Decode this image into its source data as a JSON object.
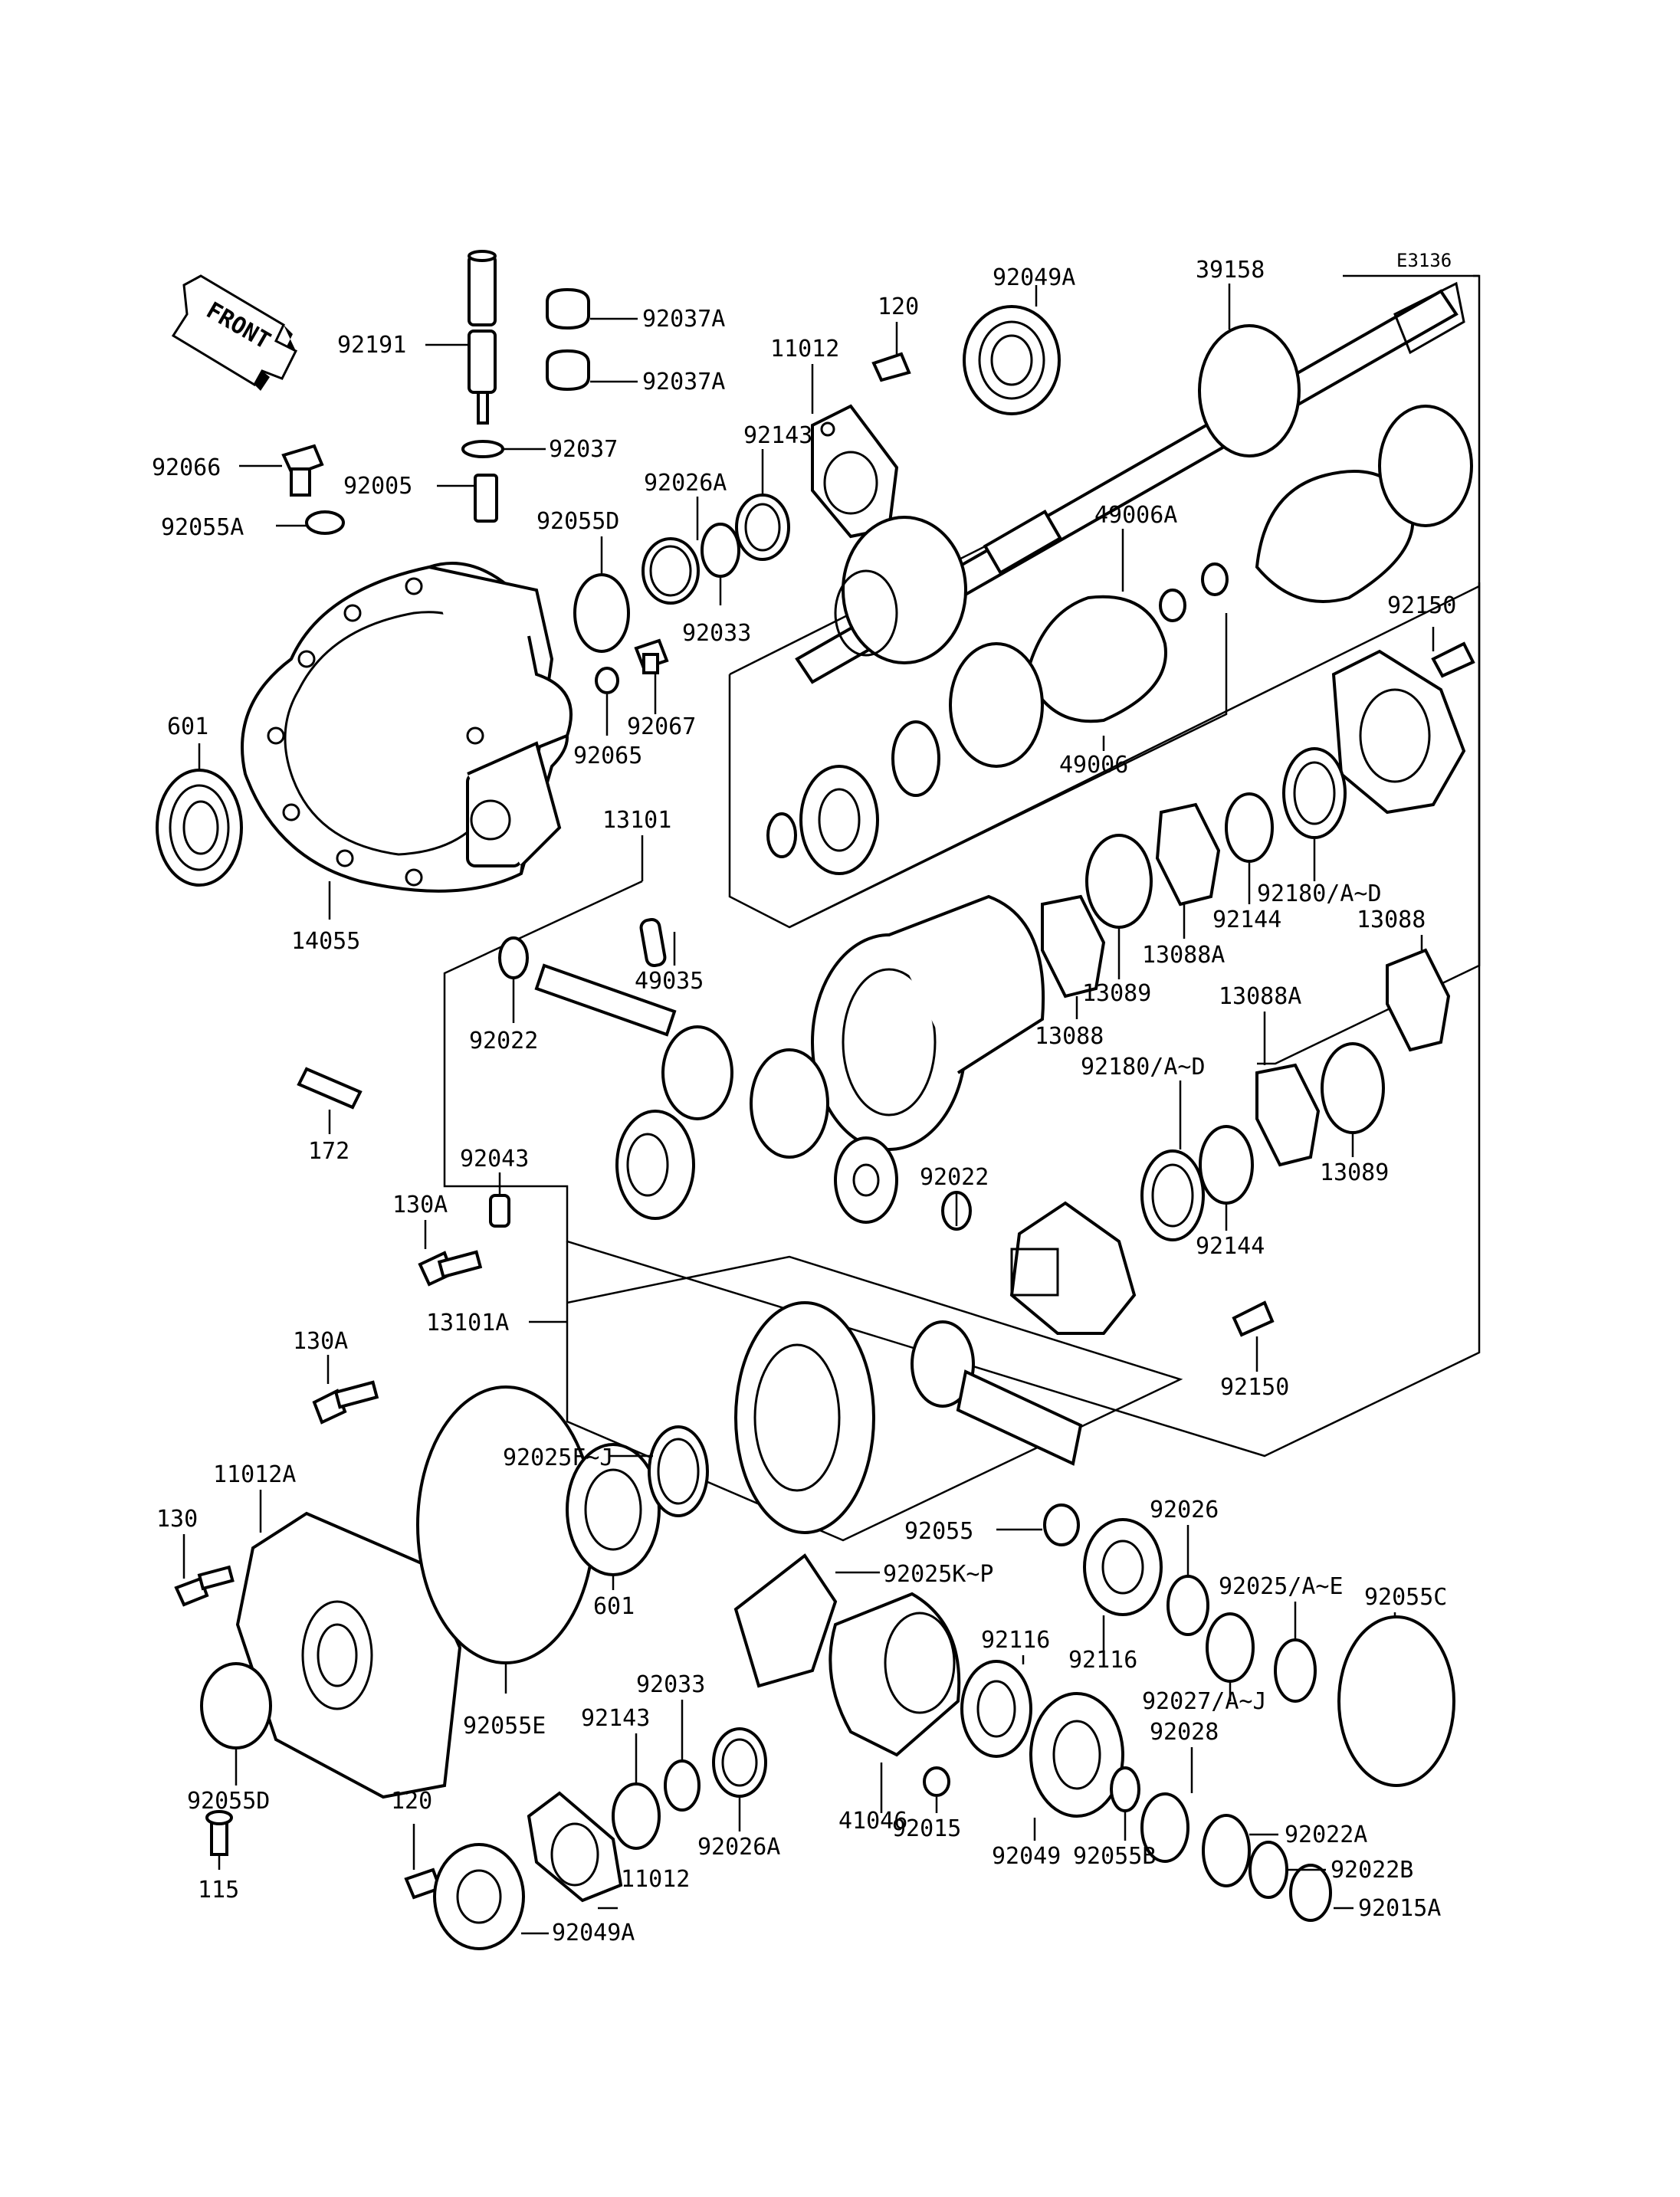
{
  "diagram_code": "E3136",
  "front_label": "FRONT",
  "labels": {
    "p39158": "39158",
    "p92049A_top": "92049A",
    "p120_top": "120",
    "p11012_top": "11012",
    "p92143_top": "92143",
    "p92037A_1": "92037A",
    "p92037A_2": "92037A",
    "p92191": "92191",
    "p92037": "92037",
    "p92066": "92066",
    "p92005": "92005",
    "p92026A_top": "92026A",
    "p92055A": "92055A",
    "p92055D_top": "92055D",
    "p92033_top": "92033",
    "p49006A": "49006A",
    "p92150_top": "92150",
    "p92067": "92067",
    "p92065": "92065",
    "p601_left": "601",
    "p49006": "49006",
    "p13101": "13101",
    "p14055": "14055",
    "p92180_top": "92180/A~D",
    "p92144_top": "92144",
    "p13088_right": "13088",
    "p49035": "49035",
    "p13088A_mid": "13088A",
    "p13089_mid": "13089",
    "p92022_left": "92022",
    "p13088_mid": "13088",
    "p13088A_right": "13088A",
    "p92180_mid": "92180/A~D",
    "p172": "172",
    "p92043": "92043",
    "p92022_mid": "92022",
    "p13089_right": "13089",
    "p130A_mid": "130A",
    "p92144_mid": "92144",
    "p13101A": "13101A",
    "p130A_low": "130A",
    "p92150_low": "92150",
    "p92025FJ": "92025F~J",
    "p11012A": "11012A",
    "p92055": "92055",
    "p92026": "92026",
    "p130": "130",
    "p92025KP": "92025K~P",
    "p92025AE": "92025/A~E",
    "p92055C": "92055C",
    "p601_low": "601",
    "p92116_a": "92116",
    "p92116_b": "92116",
    "p92033_low": "92033",
    "p92027": "92027/A~J",
    "p92143_low": "92143",
    "p92055E": "92055E",
    "p92028": "92028",
    "p92055D_low": "92055D",
    "p120_low": "120",
    "p41046": "41046",
    "p92022A": "92022A",
    "p92026A_low": "92026A",
    "p92022B": "92022B",
    "p11012_low": "11012",
    "p92015": "92015",
    "p92049": "92049",
    "p92055B": "92055B",
    "p92015A": "92015A",
    "p115": "115",
    "p92049A_low": "92049A"
  }
}
